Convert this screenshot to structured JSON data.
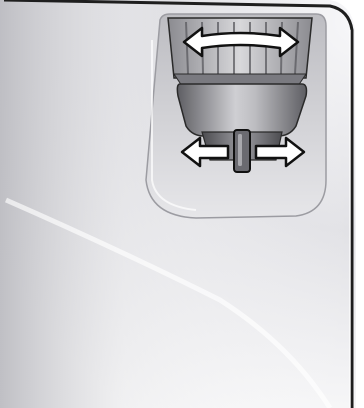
{
  "illustration": {
    "subject": "device-corner-with-adjustment-dial-and-slider",
    "controls": {
      "dial": {
        "icon": "double-headed-arrow-icon",
        "direction": "horizontal"
      },
      "slider": {
        "icon": "double-headed-arrow-icon",
        "direction": "horizontal"
      }
    },
    "colors": {
      "body_light": "#f4f4f6",
      "body_shadow": "#b9b9bf",
      "outline": "#222222",
      "recess": "#c8c8cc",
      "dial_dark": "#6e6e74",
      "dial_light": "#d9d9dc",
      "arrow_fill": "#ffffff",
      "arrow_stroke": "#111111"
    }
  }
}
